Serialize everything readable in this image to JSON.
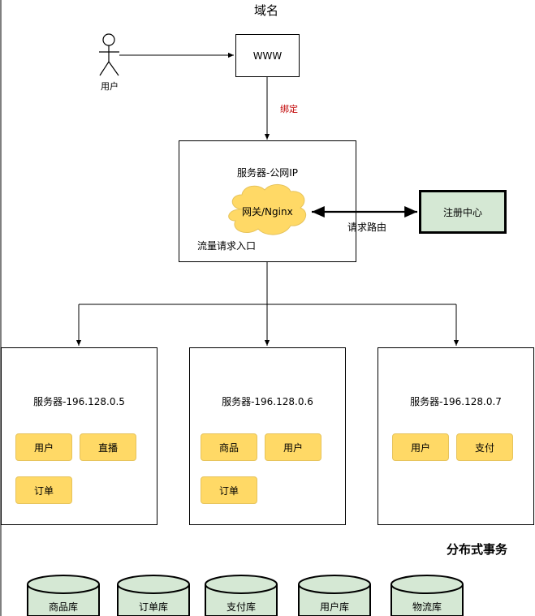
{
  "diagram": {
    "title": "域名",
    "user_label": "用户",
    "www_label": "WWW",
    "bind_label": "绑定",
    "bind_color": "#c00000",
    "gateway_server": {
      "title": "服务器-公网IP",
      "cloud_label": "网关/Nginx",
      "traffic_label": "流量请求入口"
    },
    "route_label": "请求路由",
    "registry_label": "注册中心",
    "servers": [
      {
        "title": "服务器-196.128.0.5",
        "modules": [
          "用户",
          "直播",
          "订单"
        ]
      },
      {
        "title": "服务器-196.128.0.6",
        "modules": [
          "商品",
          "用户",
          "订单"
        ]
      },
      {
        "title": "服务器-196.128.0.7",
        "modules": [
          "用户",
          "支付"
        ]
      }
    ],
    "distributed_tx_label": "分布式事务",
    "databases": [
      "商品库",
      "订单库",
      "支付库",
      "用户库",
      "物流库"
    ],
    "colors": {
      "module_fill": "#ffd966",
      "registry_fill": "#d5e8d4",
      "db_fill": "#d5e8d4",
      "cloud_fill": "#ffd966"
    }
  }
}
